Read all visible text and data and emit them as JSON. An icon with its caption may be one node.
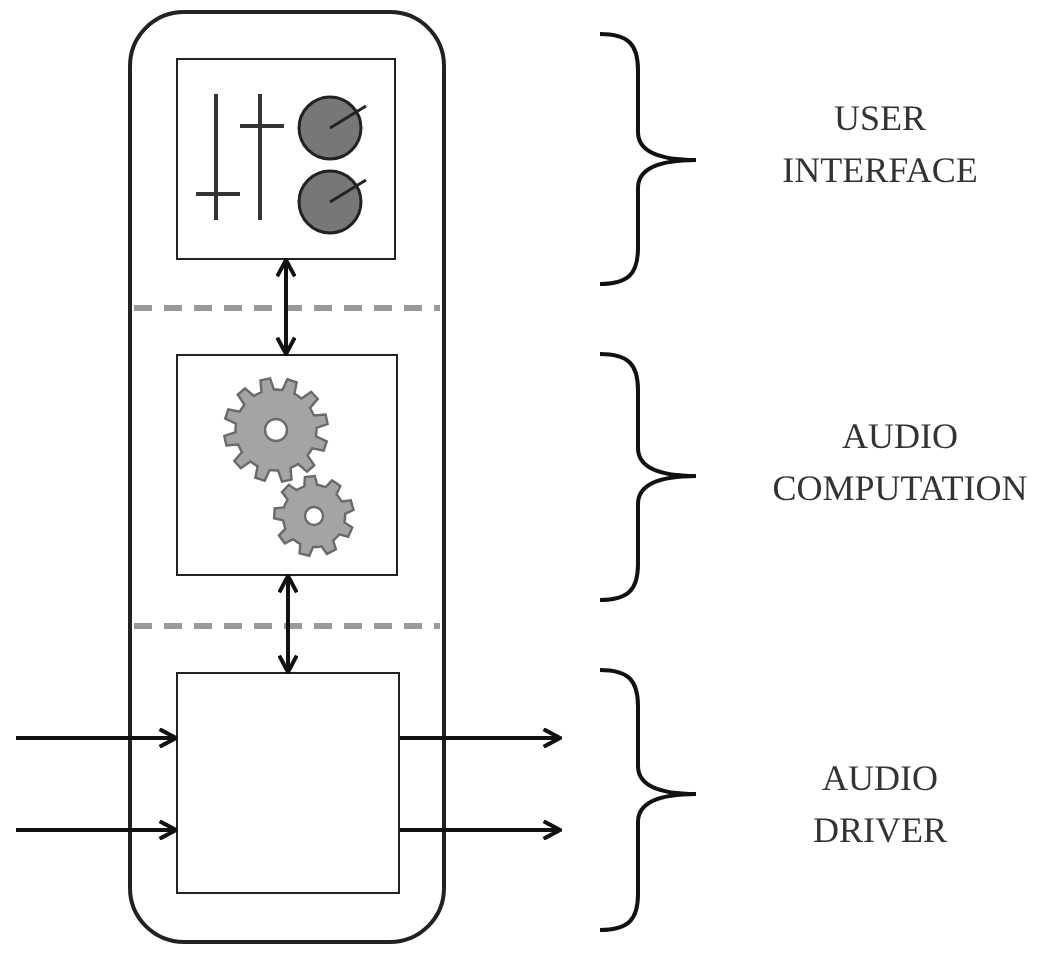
{
  "diagram": {
    "nodes": [
      {
        "text": [],
        "shape": "box"
      },
      {
        "text": [],
        "shape": "picture",
        "in": 0
      },
      {
        "text": [],
        "shape": "picture",
        "in": 0
      },
      {
        "text": [],
        "shape": "box",
        "in": 0
      }
    ],
    "edges": [
      {
        "from": 1,
        "to": 2,
        "arrow": "both"
      },
      {
        "from": 2,
        "to": 3,
        "arrow": "both"
      },
      {
        "from": null,
        "to": 3,
        "arrow": "to"
      },
      {
        "from": null,
        "to": 3,
        "arrow": "to"
      },
      {
        "from": 3,
        "to": null,
        "arrow": "to"
      },
      {
        "from": 3,
        "to": null,
        "arrow": "to"
      }
    ],
    "labels": [
      "USER INTERFACE",
      "AUDIO COMPUTATION",
      "AUDIO DRIVER"
    ]
  }
}
